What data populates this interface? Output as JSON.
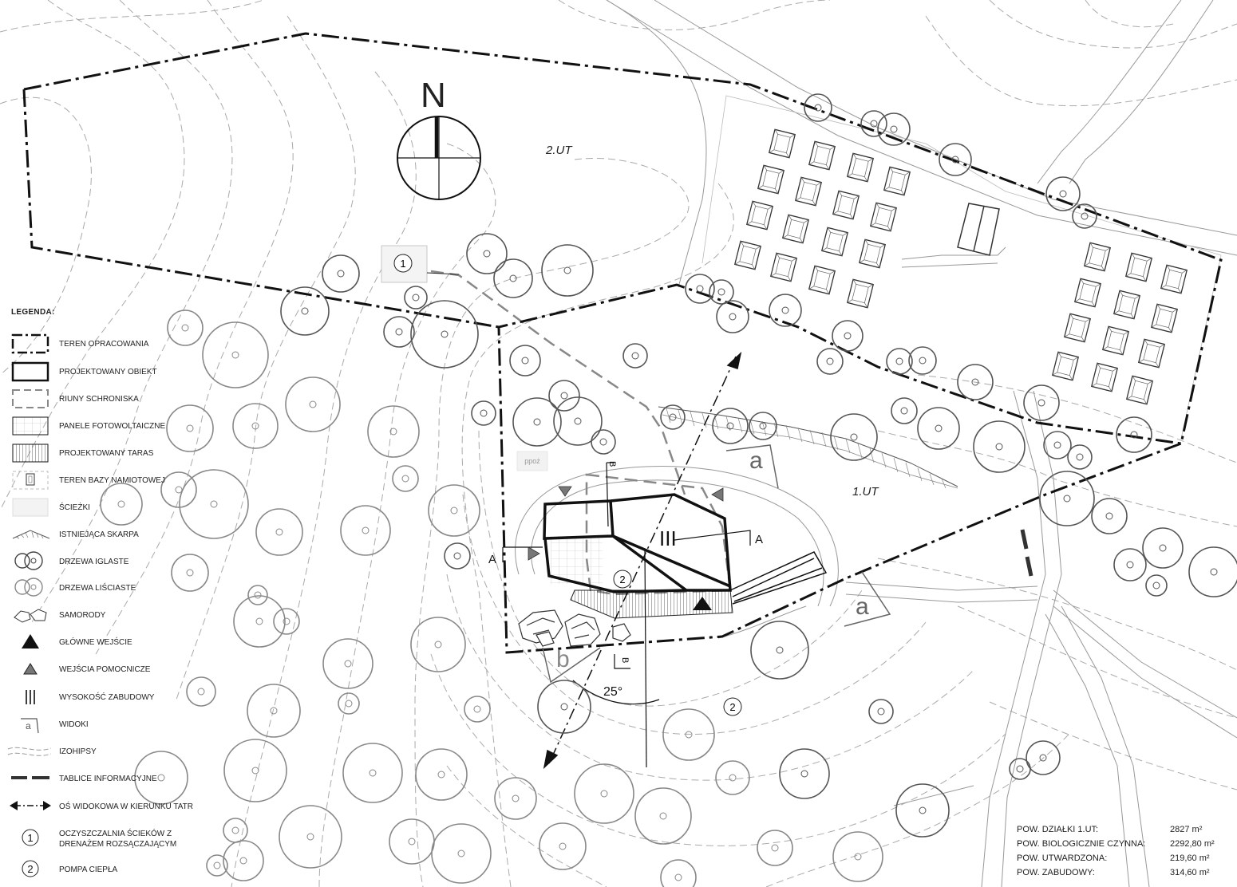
{
  "north_label": "N",
  "zones": {
    "ut2": "2.UT",
    "ut1": "1.UT"
  },
  "plan_labels": {
    "fire": "ppoż",
    "section_a": "A",
    "section_b": "B",
    "view_a": "a",
    "view_b": "b",
    "angle": "25°",
    "height": "III",
    "marker1": "1",
    "marker2": "2"
  },
  "legend": {
    "title": "LEGENDA:",
    "items": [
      {
        "symbol": "boundary",
        "label": "TEREN OPRACOWANIA"
      },
      {
        "symbol": "building",
        "label": "PROJEKTOWANY OBIEKT"
      },
      {
        "symbol": "ruins",
        "label": "RIUNY SCHRONISKA"
      },
      {
        "symbol": "pv",
        "label": "PANELE FOTOWOLTAICZNE"
      },
      {
        "symbol": "terrace",
        "label": "PROJEKTOWANY TARAS"
      },
      {
        "symbol": "tents",
        "label": "TEREN BAZY NAMIOTOWEJ"
      },
      {
        "symbol": "paths",
        "label": "ŚCIEŻKI"
      },
      {
        "symbol": "scarp",
        "label": "ISTNIEJĄCA SKARPA"
      },
      {
        "symbol": "conifer",
        "label": "DRZEWA IGLASTE"
      },
      {
        "symbol": "deciduous",
        "label": "DRZEWA LIŚCIASTE"
      },
      {
        "symbol": "boulders",
        "label": "SAMORODY"
      },
      {
        "symbol": "main-entry",
        "label": "GŁÓWNE WEJŚCIE"
      },
      {
        "symbol": "aux-entry",
        "label": "WEJŚCIA POMOCNICZE"
      },
      {
        "symbol": "height",
        "label": "WYSOKOŚĆ ZABUDOWY"
      },
      {
        "symbol": "views",
        "label": "WIDOKI"
      },
      {
        "symbol": "contours",
        "label": "IZOHIPSY"
      },
      {
        "symbol": "boards",
        "label": "TABLICE INFORMACYJNE"
      },
      {
        "symbol": "axis",
        "label": "OŚ WIDOKOWA W KIERUNKU TATR"
      },
      {
        "symbol": "num1",
        "label": "OCZYSZCZALNIA ŚCIEKÓW Z DRENAŻEM ROZSĄCZAJĄCYM"
      },
      {
        "symbol": "num2",
        "label": "POMPA CIEPŁA"
      }
    ]
  },
  "stats": [
    {
      "label": "POW. DZIAŁKI 1.UT:",
      "value": "2827 m²"
    },
    {
      "label": "POW. BIOLOGICZNIE CZYNNA:",
      "value": "2292,80 m²"
    },
    {
      "label": "POW. UTWARDZONA:",
      "value": "219,60 m²"
    },
    {
      "label": "POW. ZABUDOWY:",
      "value": "314,60 m²"
    }
  ]
}
